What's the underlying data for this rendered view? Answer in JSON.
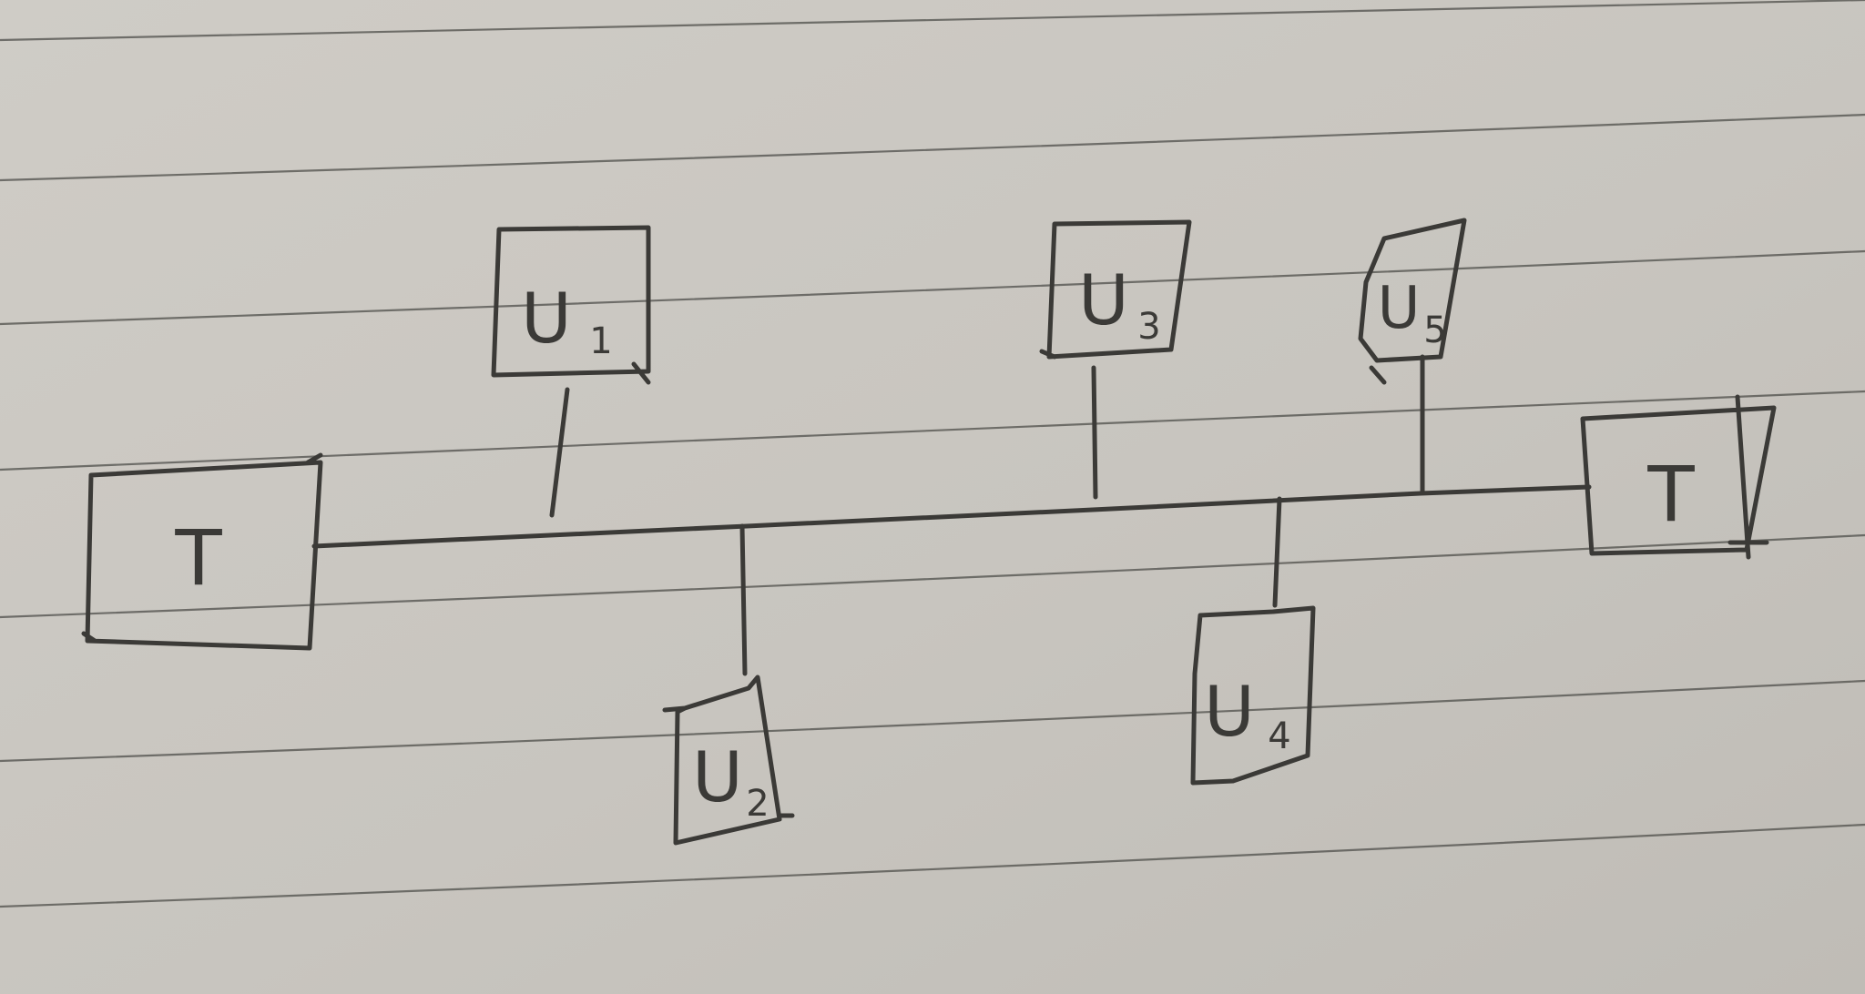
{
  "diagram": {
    "type": "bus-topology-sketch",
    "nodes": [
      {
        "id": "terminator-left",
        "label": "T",
        "sub": ""
      },
      {
        "id": "node-u1",
        "label": "U",
        "sub": "1"
      },
      {
        "id": "node-u2",
        "label": "U",
        "sub": "2"
      },
      {
        "id": "node-u3",
        "label": "U",
        "sub": "3"
      },
      {
        "id": "node-u4",
        "label": "U",
        "sub": "4"
      },
      {
        "id": "node-u5",
        "label": "U",
        "sub": "5"
      },
      {
        "id": "terminator-right",
        "label": "T",
        "sub": ""
      }
    ],
    "connections": [
      [
        "terminator-left",
        "bus"
      ],
      [
        "node-u1",
        "bus"
      ],
      [
        "node-u2",
        "bus"
      ],
      [
        "node-u3",
        "bus"
      ],
      [
        "node-u4",
        "bus"
      ],
      [
        "node-u5",
        "bus"
      ],
      [
        "terminator-right",
        "bus"
      ]
    ]
  },
  "colors": {
    "paper": "#c9c6c0",
    "ink": "#3b3a37",
    "rule": "#4e4d4a"
  }
}
